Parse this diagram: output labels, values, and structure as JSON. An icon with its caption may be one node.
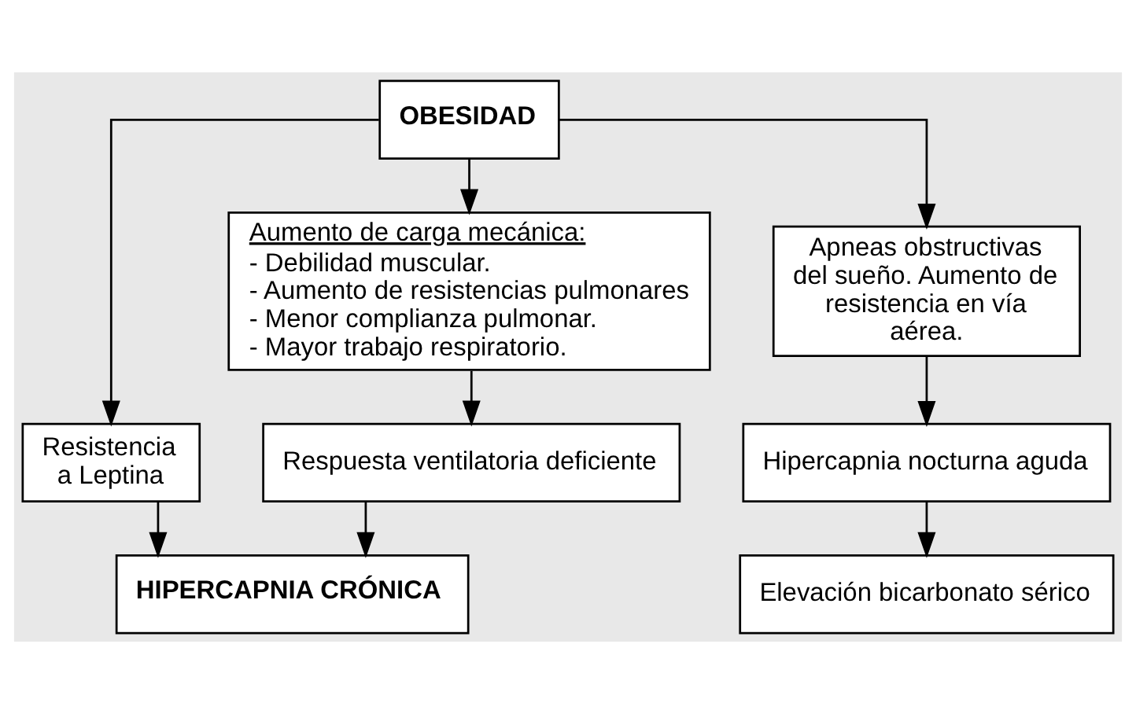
{
  "diagram": {
    "nodes": [
      {
        "text": [
          "OBESIDAD"
        ]
      },
      {
        "text": [
          "Resistencia a Leptina"
        ]
      },
      {
        "text": [
          "Aumento de carga mecánica:",
          "- Debilidad muscular.",
          "- Aumento de resistencias pulmonares",
          "- Menor complianza pulmonar.",
          "- Mayor trabajo respiratorio."
        ]
      },
      {
        "text": [
          "Apneas obstructivas del sueño. Aumento de resistencia en vía aérea."
        ]
      },
      {
        "text": [
          "Hipercapnia nocturna aguda"
        ]
      },
      {
        "text": [
          "Elevación bicarbonato sérico"
        ]
      },
      {
        "text": [
          "Respuesta ventilatoria deficiente"
        ]
      },
      {
        "text": [
          "HIPERCAPNIA CRÓNICA"
        ]
      }
    ],
    "edges": [
      {
        "from": 0,
        "to": 1,
        "arrow": "to"
      },
      {
        "from": 0,
        "to": 2,
        "arrow": "to"
      },
      {
        "from": 0,
        "to": 3,
        "arrow": "to"
      },
      {
        "from": 3,
        "to": 4,
        "arrow": "to"
      },
      {
        "from": 4,
        "to": 5,
        "arrow": "to"
      },
      {
        "from": 2,
        "to": 6,
        "arrow": "to"
      },
      {
        "from": 6,
        "to": 7,
        "arrow": "to"
      },
      {
        "from": 1,
        "to": 7,
        "arrow": "to"
      }
    ]
  }
}
